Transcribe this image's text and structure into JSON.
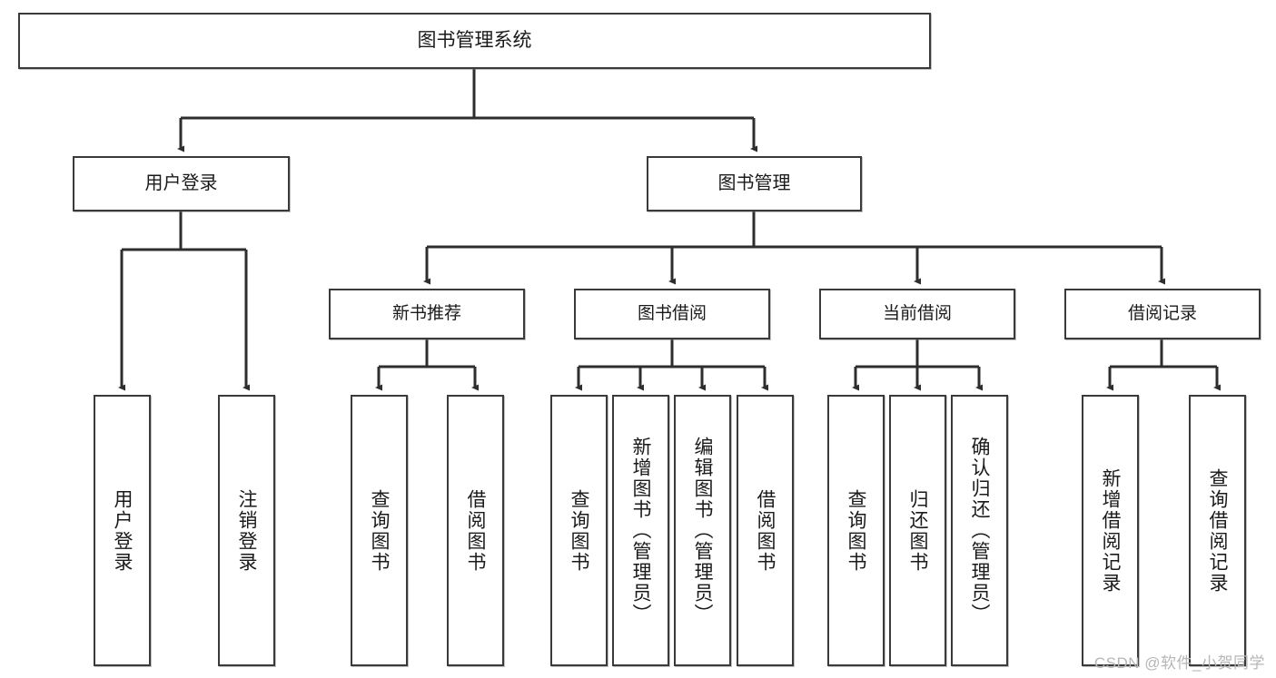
{
  "diagram": {
    "title": "图书管理系统",
    "type": "tree-hierarchy-diagram",
    "watermark": "CSDN @软件_小贺同学",
    "colors": {
      "box_border": "#3a3a3a",
      "box_fill": "#ffffff",
      "connector": "#2e2e2e",
      "text": "#1a1a1a",
      "watermark": "#b6b6b6"
    },
    "root": {
      "id": "root",
      "label": "图书管理系统"
    },
    "level2": [
      {
        "id": "user-login",
        "label": "用户登录"
      },
      {
        "id": "book-manage",
        "label": "图书管理"
      }
    ],
    "level3": [
      {
        "id": "new-book-rec",
        "label": "新书推荐"
      },
      {
        "id": "book-borrow",
        "label": "图书借阅"
      },
      {
        "id": "current-borrow",
        "label": "当前借阅"
      },
      {
        "id": "borrow-record",
        "label": "借阅记录"
      }
    ],
    "leaves": {
      "user_login": [
        {
          "id": "leaf-user-login",
          "label": "用户登录"
        },
        {
          "id": "leaf-logout-login",
          "label": "注销登录"
        }
      ],
      "new_book_rec": [
        {
          "id": "leaf-query-book-1",
          "label": "查询图书"
        },
        {
          "id": "leaf-borrow-book-1",
          "label": "借阅图书"
        }
      ],
      "book_borrow": [
        {
          "id": "leaf-query-book-2",
          "label": "查询图书"
        },
        {
          "id": "leaf-add-book",
          "label": "新增图书（管理员）"
        },
        {
          "id": "leaf-edit-book",
          "label": "编辑图书（管理员）"
        },
        {
          "id": "leaf-borrow-book-2",
          "label": "借阅图书"
        }
      ],
      "current_borrow": [
        {
          "id": "leaf-query-book-3",
          "label": "查询图书"
        },
        {
          "id": "leaf-return-book",
          "label": "归还图书"
        },
        {
          "id": "leaf-confirm-return",
          "label": "确认归还（管理员）"
        }
      ],
      "borrow_record": [
        {
          "id": "leaf-add-record",
          "label": "新增借阅记录"
        },
        {
          "id": "leaf-query-record",
          "label": "查询借阅记录"
        }
      ]
    }
  }
}
